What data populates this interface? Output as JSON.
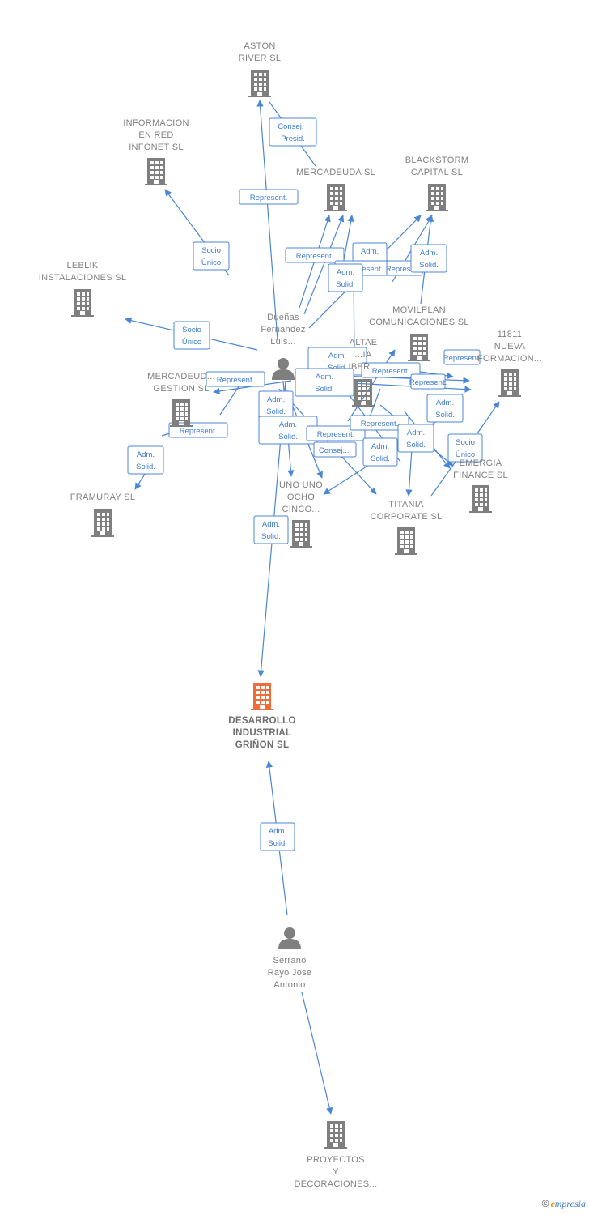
{
  "colors": {
    "edge": "#4a86d4",
    "company": "#7f7f7f",
    "focus_company": "#f26b3a",
    "person": "#7f7f7f"
  },
  "nodes": [
    {
      "id": "aston",
      "kind": "company",
      "lines": [
        "ASTON",
        "RIVER  SL"
      ]
    },
    {
      "id": "infored",
      "kind": "company",
      "lines": [
        "INFORMACION",
        "EN RED",
        "INFONET  SL"
      ]
    },
    {
      "id": "mercadeuda",
      "kind": "company",
      "lines": [
        "MERCADEUDA SL"
      ]
    },
    {
      "id": "blackstorm",
      "kind": "company",
      "lines": [
        "BLACKSTORM",
        "CAPITAL SL"
      ]
    },
    {
      "id": "leblik",
      "kind": "company",
      "lines": [
        "LEBLIK",
        "INSTALACIONES SL"
      ]
    },
    {
      "id": "movilplan",
      "kind": "company",
      "lines": [
        "MOVILPLAN",
        "COMUNICACIONES SL"
      ]
    },
    {
      "id": "nueva11811",
      "kind": "company",
      "lines": [
        "11811",
        "NUEVA",
        "FORMACION..."
      ]
    },
    {
      "id": "altae",
      "kind": "company",
      "lines": [
        "ALTAE",
        "...IA",
        "IBER..."
      ]
    },
    {
      "id": "mgestion",
      "kind": "company",
      "lines": [
        "MERCADEUD...",
        "GESTION  SL"
      ]
    },
    {
      "id": "duenas",
      "kind": "person",
      "lines": [
        "Dueñas",
        "Fernandez",
        "Luis..."
      ]
    },
    {
      "id": "framuray",
      "kind": "company",
      "lines": [
        "FRAMURAY SL"
      ]
    },
    {
      "id": "unouno",
      "kind": "company",
      "lines": [
        "UNO UNO",
        "OCHO",
        "CINCO..."
      ]
    },
    {
      "id": "emergia",
      "kind": "company",
      "lines": [
        "EMERGIA",
        "FINANCE  SL"
      ]
    },
    {
      "id": "titania",
      "kind": "company",
      "lines": [
        "TITANIA",
        "CORPORATE SL"
      ]
    },
    {
      "id": "desarrollo",
      "kind": "focus",
      "lines": [
        "DESARROLLO",
        "INDUSTRIAL",
        "GRIÑON  SL"
      ]
    },
    {
      "id": "serrano",
      "kind": "person",
      "lines": [
        "Serrano",
        "Rayo Jose",
        "Antonio"
      ]
    },
    {
      "id": "proyectos",
      "kind": "company",
      "lines": [
        "PROYECTOS",
        "Y",
        "DECORACIONES..."
      ]
    }
  ],
  "edge_labels": [
    [
      "Consej. .",
      "Presid."
    ],
    [
      "Represent."
    ],
    [
      "Socio",
      "Único"
    ],
    [
      "Socio",
      "Único"
    ],
    [
      "Represent."
    ],
    [
      "Adm.",
      "Solid."
    ],
    [
      "Represent."
    ],
    [
      "Adm.",
      "Solid."
    ],
    [
      "Represent."
    ],
    [
      "Adm.",
      "Solid."
    ],
    [
      "Adm.",
      "Solid."
    ],
    [
      "Represent."
    ],
    [
      "Adm.",
      "Solid."
    ],
    [
      "Represent."
    ],
    [
      "Represent."
    ],
    [
      "Represent."
    ],
    [
      "Adm.",
      "Solid."
    ],
    [
      "Adm.",
      "Solid."
    ],
    [
      "Adm.",
      "Solid."
    ],
    [
      "Represent."
    ],
    [
      "Represent."
    ],
    [
      "Represent."
    ],
    [
      "Consej...."
    ],
    [
      "Adm.",
      "Solid."
    ],
    [
      "Adm.",
      "Solid."
    ],
    [
      "Socio",
      "Único"
    ],
    [
      "Adm.",
      "Solid."
    ],
    [
      "Adm.",
      "Solid."
    ],
    [
      "Adm.",
      "Solid."
    ]
  ],
  "brand": {
    "copyright": "©",
    "initial": "e",
    "rest": "mpresia"
  }
}
